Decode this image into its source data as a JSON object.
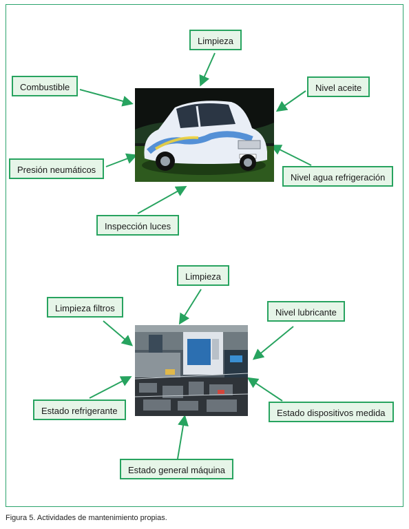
{
  "colors": {
    "accent": "#27a35f",
    "box_fill": "#e6f5e8"
  },
  "car": {
    "labels": {
      "top": "Limpieza",
      "left_top": "Combustible",
      "right_top": "Nivel aceite",
      "left_mid": "Presión neumáticos",
      "right_mid": "Nivel agua refrigeración",
      "bottom": "Inspección luces"
    }
  },
  "machine": {
    "labels": {
      "top": "Limpieza",
      "left_top": "Limpieza filtros",
      "right_top": "Nivel lubricante",
      "left_mid": "Estado refrigerante",
      "right_mid": "Estado dispositivos medida",
      "bottom": "Estado general máquina"
    }
  },
  "caption": "Figura 5. Actividades de mantenimiento propias."
}
